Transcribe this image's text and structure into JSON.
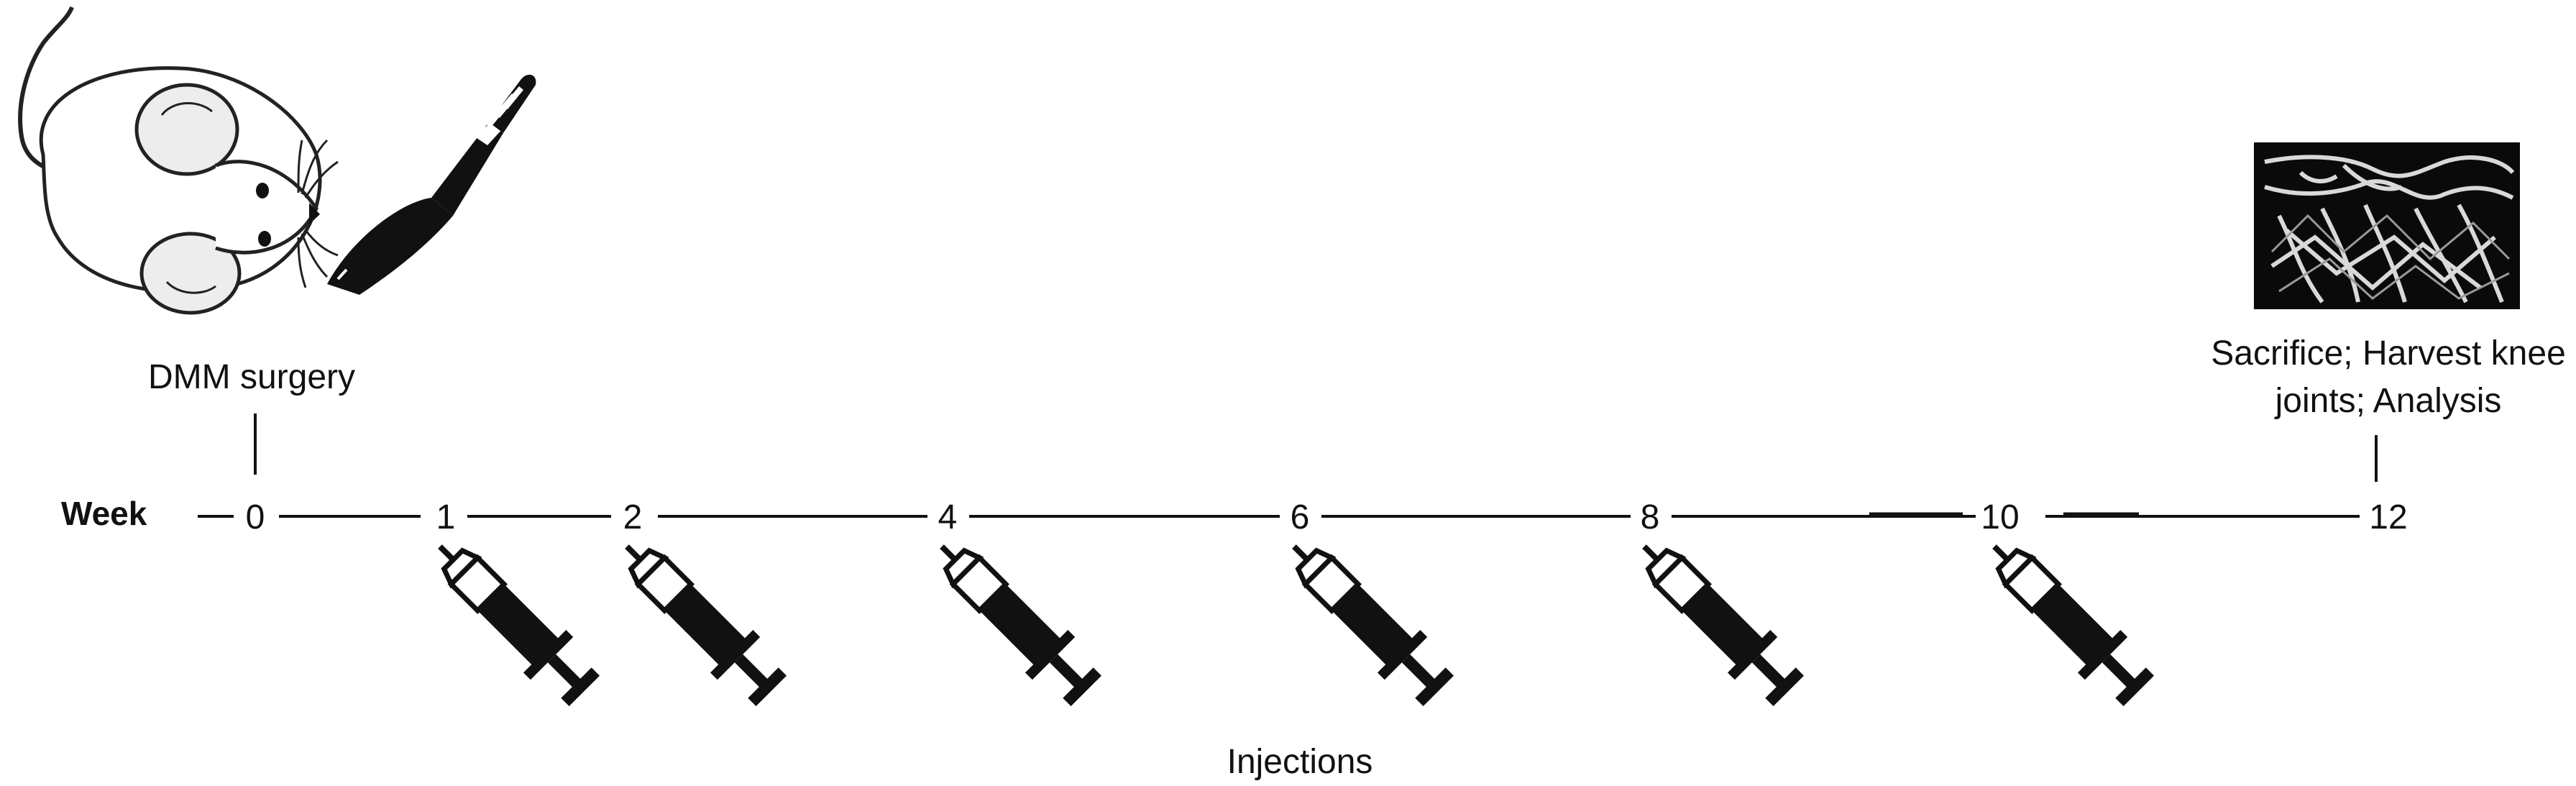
{
  "timeline": {
    "axis_label": "Week",
    "ticks": [
      "0",
      "1",
      "2",
      "4",
      "6",
      "8",
      "10",
      "12"
    ]
  },
  "labels": {
    "surgery": "DMM surgery",
    "sacrifice_line1": "Sacrifice; Harvest knee",
    "sacrifice_line2": "joints; Analysis",
    "injections": "Injections"
  },
  "injection_weeks": [
    "1",
    "2",
    "4",
    "6",
    "8",
    "10"
  ],
  "icons": {
    "mouse": "mouse-icon",
    "scalpel": "scalpel-icon",
    "syringe": "syringe-icon",
    "microct": "micro-ct-image"
  }
}
